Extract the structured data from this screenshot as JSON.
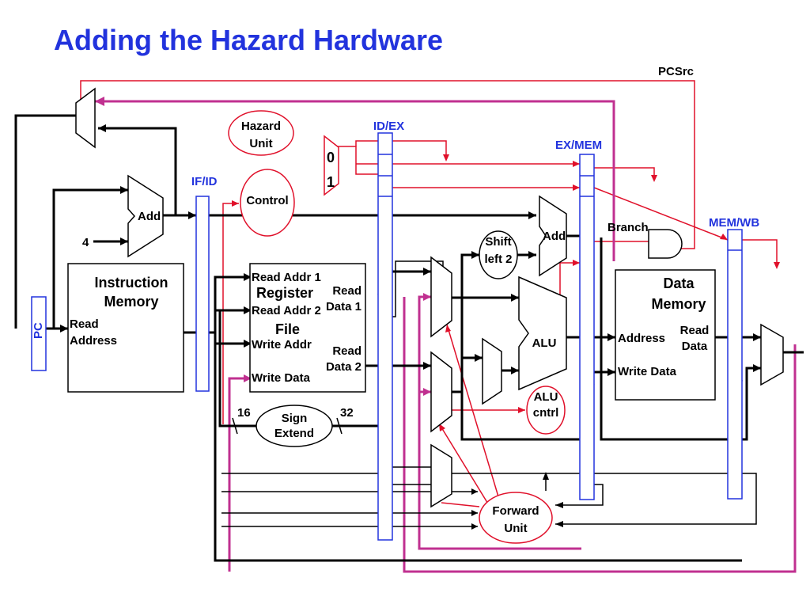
{
  "title": "Adding the Hazard Hardware",
  "signals": {
    "pcsrc": "PCSrc",
    "branch": "Branch",
    "sixteen": "16",
    "thirtytwo": "32"
  },
  "registers": {
    "if_id": "IF/ID",
    "id_ex": "ID/EX",
    "ex_mem": "EX/MEM",
    "mem_wb": "MEM/WB",
    "pc": "PC"
  },
  "units": {
    "hazard_line1": "Hazard",
    "hazard_line2": "Unit",
    "control": "Control",
    "shift_line1": "Shift",
    "shift_line2": "left 2",
    "alu": "ALU",
    "alu_cntrl_line1": "ALU",
    "alu_cntrl_line2": "cntrl",
    "forward_line1": "Forward",
    "forward_line2": "Unit",
    "sign_line1": "Sign",
    "sign_line2": "Extend",
    "add": "Add",
    "four": "4"
  },
  "mux_inputs": {
    "zero": "0",
    "one": "1"
  },
  "instr_mem": {
    "title_line1": "Instruction",
    "title_line2": "Memory",
    "read_line1": "Read",
    "read_line2": "Address"
  },
  "reg_file": {
    "read_addr1": "Read Addr 1",
    "register": "Register",
    "read_addr2": "Read Addr 2",
    "file": "File",
    "write_addr": "Write Addr",
    "write_data": "Write Data",
    "read_data1_line1": "Read",
    "read_data1_line2": "Data 1",
    "read_data2_line1": "Read",
    "read_data2_line2": "Data 2"
  },
  "data_mem": {
    "title_line1": "Data",
    "title_line2": "Memory",
    "address": "Address",
    "read_line1": "Read",
    "read_line2": "Data",
    "write_data": "Write Data"
  }
}
